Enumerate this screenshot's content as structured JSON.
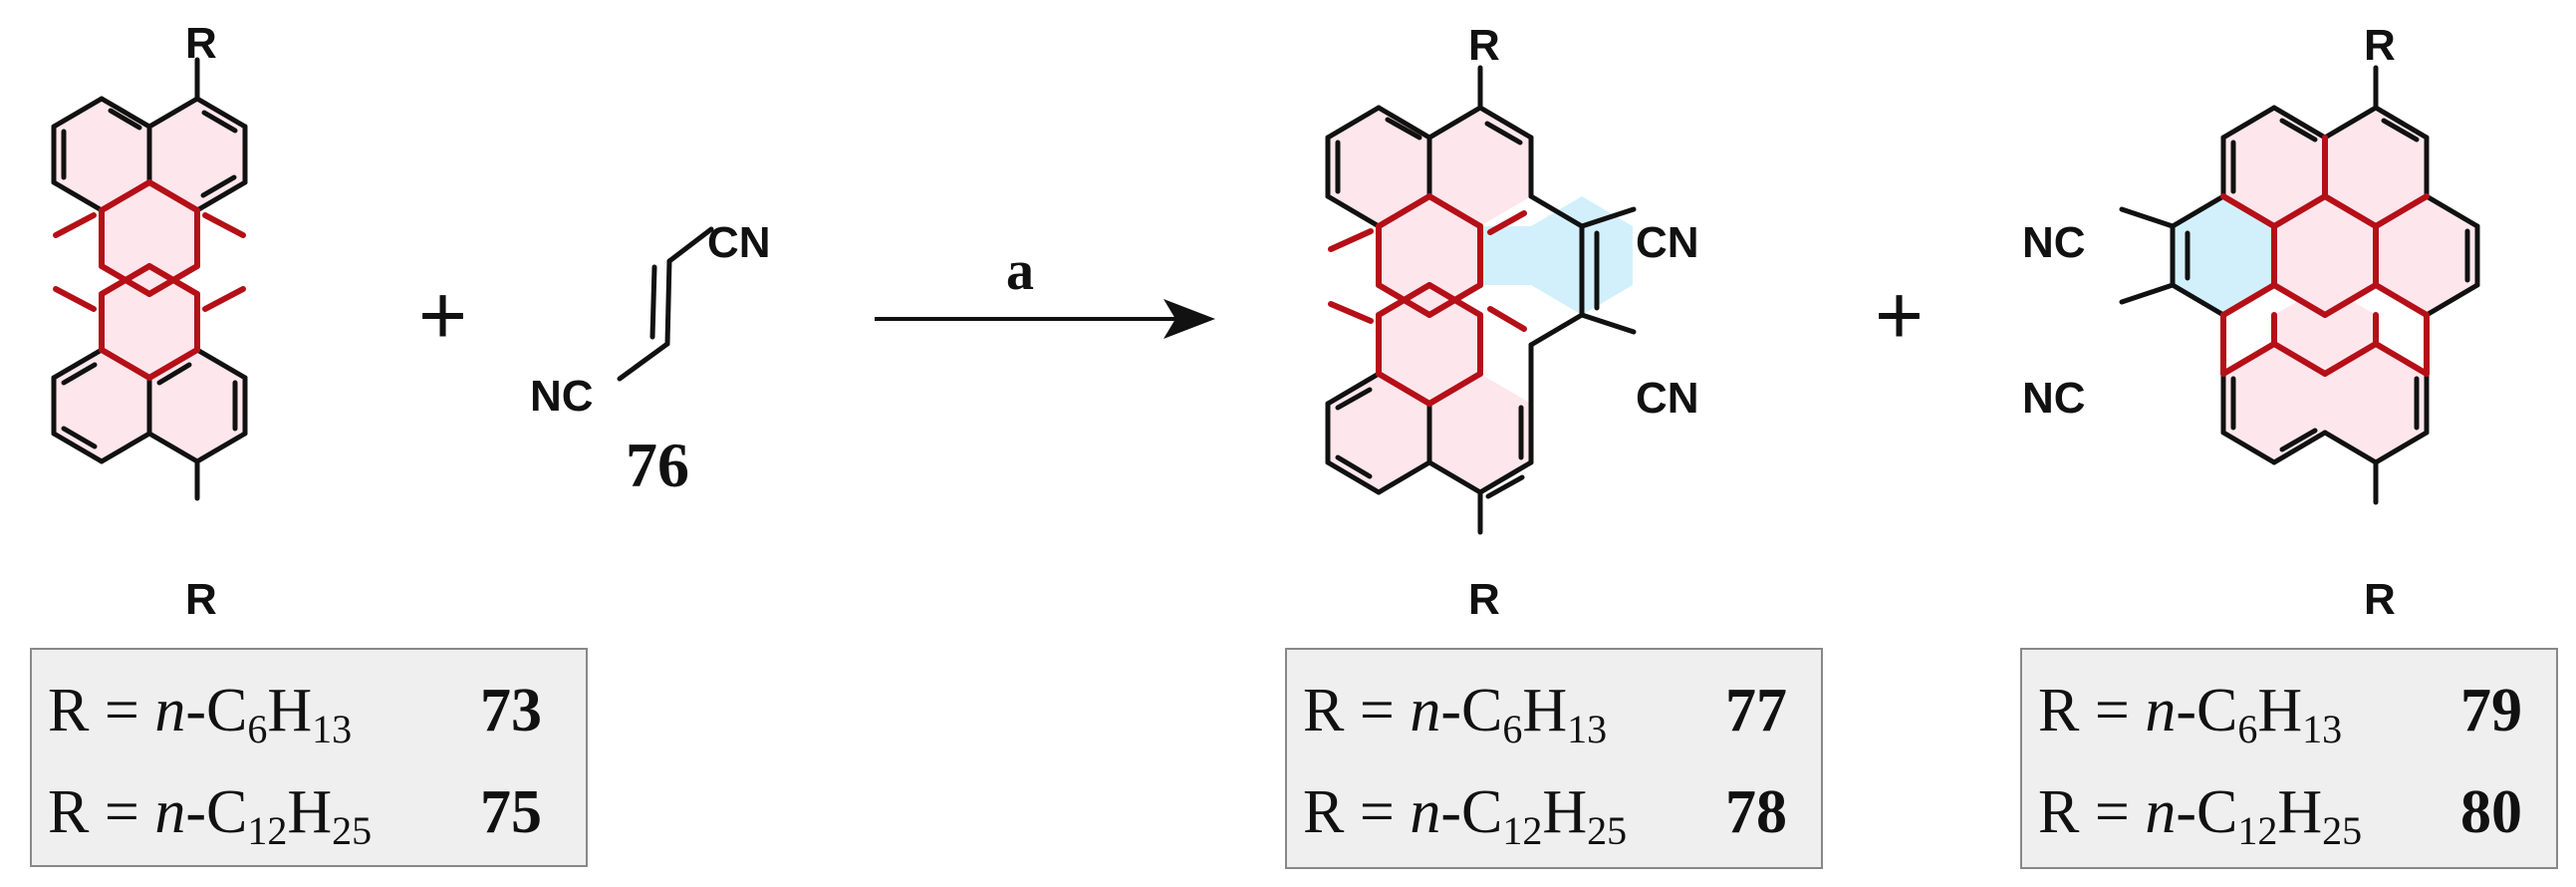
{
  "atoms": {
    "r": "R",
    "cn": "CN",
    "nc": "NC"
  },
  "plus": "+",
  "reagent": "a",
  "compound_76": "76",
  "rows": {
    "hexyl": {
      "r": "R",
      "eq": "=",
      "italic": "n",
      "dash": "-C",
      "sub1": "6",
      "h": "H",
      "sub2": "13"
    },
    "dodecyl": {
      "r": "R",
      "eq": "=",
      "italic": "n",
      "dash": "-C",
      "sub1": "12",
      "h": "H",
      "sub2": "25"
    }
  },
  "tables": [
    {
      "nums": [
        "73",
        "75"
      ]
    },
    {
      "nums": [
        "77",
        "78"
      ]
    },
    {
      "nums": [
        "79",
        "80"
      ]
    }
  ],
  "colors": {
    "ring_pink": "#fde6ec",
    "ring_blue": "#d2f0fb",
    "bond": "#111111",
    "red_bond": "#b50f17"
  }
}
